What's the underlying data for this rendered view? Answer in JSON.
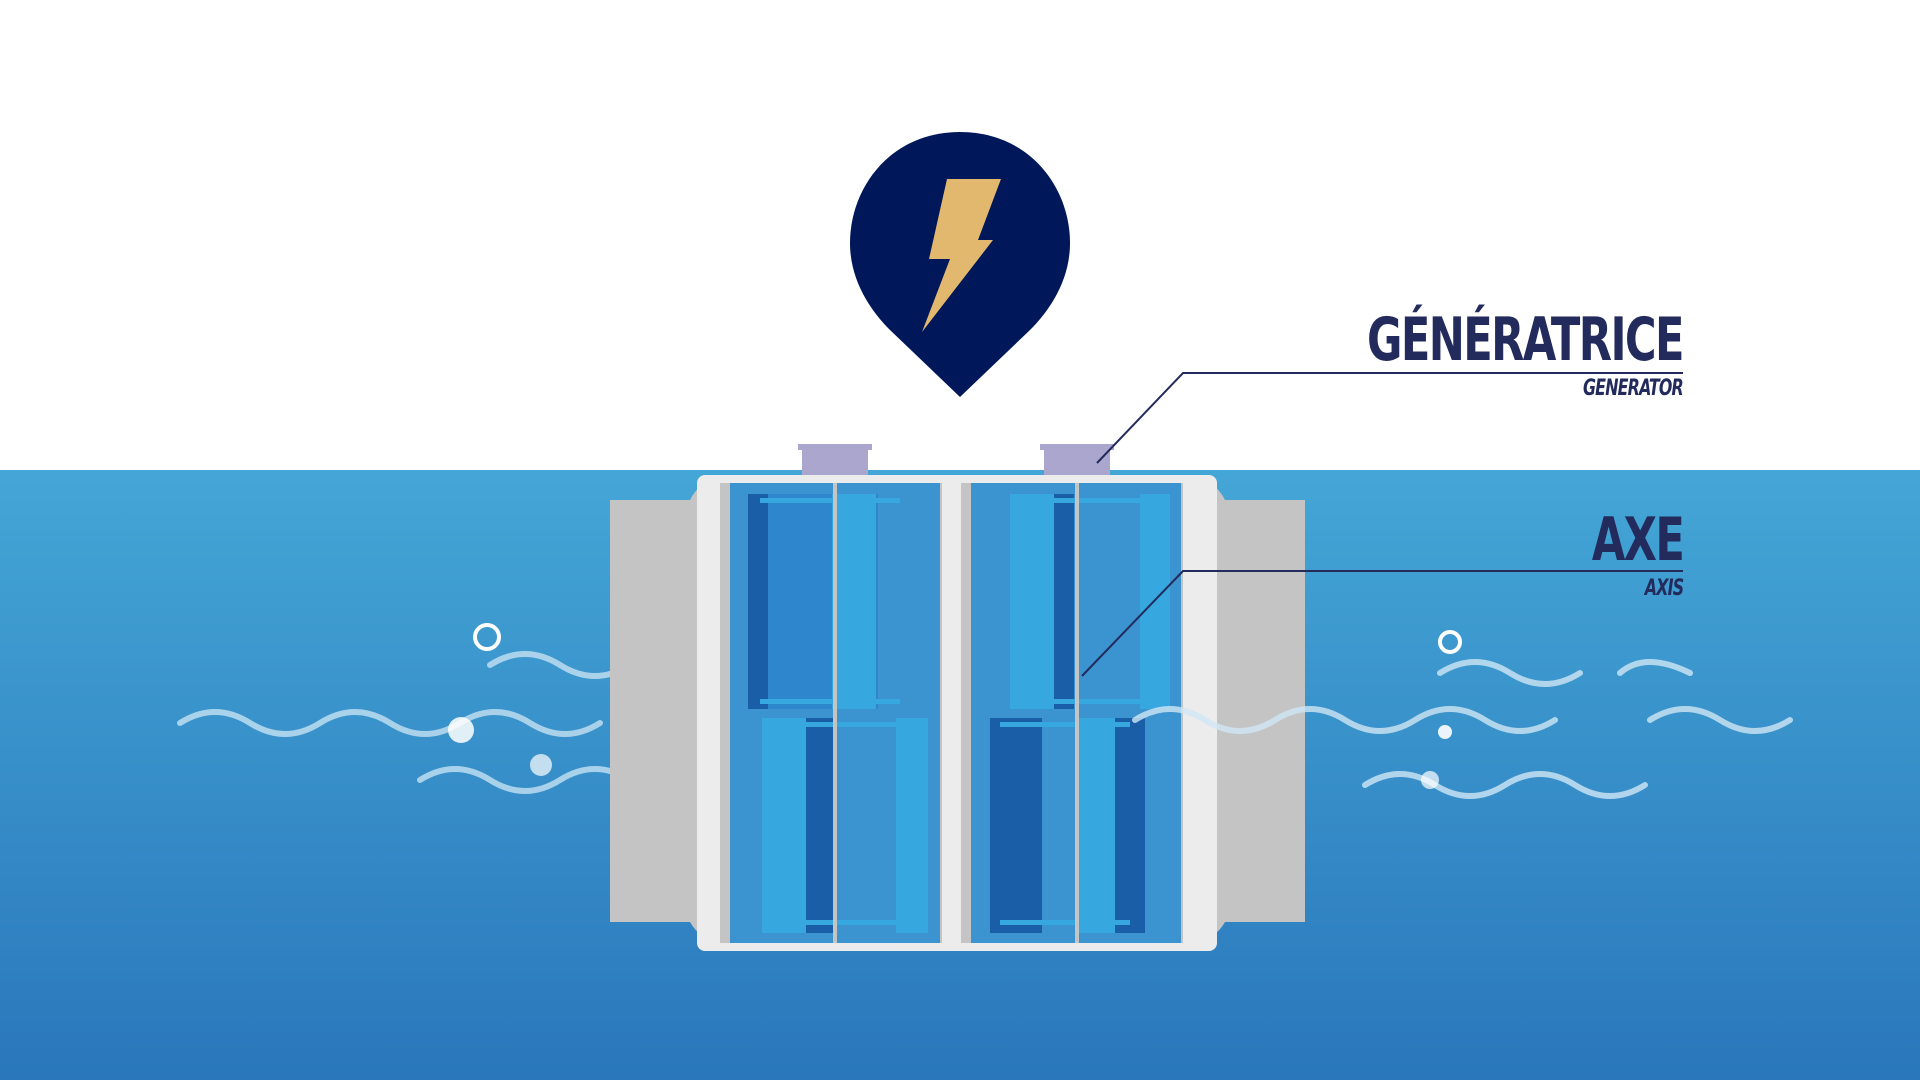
{
  "colors": {
    "sky": "#ffffff",
    "water_top": "#44a6d6",
    "water_bottom": "#2a77bb",
    "pin": "#00175a",
    "bolt": "#e2b86e",
    "label_text": "#232b5c",
    "housing": "#c4c4c4",
    "frame": "#ececec",
    "generator_cap": "#aaa6cd",
    "blade_dark": "#1a5ea8",
    "blade_light": "#37a7df",
    "wave": "#cfe7f5"
  },
  "icons": {
    "pin": "map-pin-icon",
    "bolt": "lightning-bolt-icon"
  },
  "labels": {
    "generator": {
      "title": "GÉNÉRATRICE",
      "subtitle": "GENERATOR"
    },
    "axis": {
      "title": "AXE",
      "subtitle": "AXIS"
    }
  }
}
